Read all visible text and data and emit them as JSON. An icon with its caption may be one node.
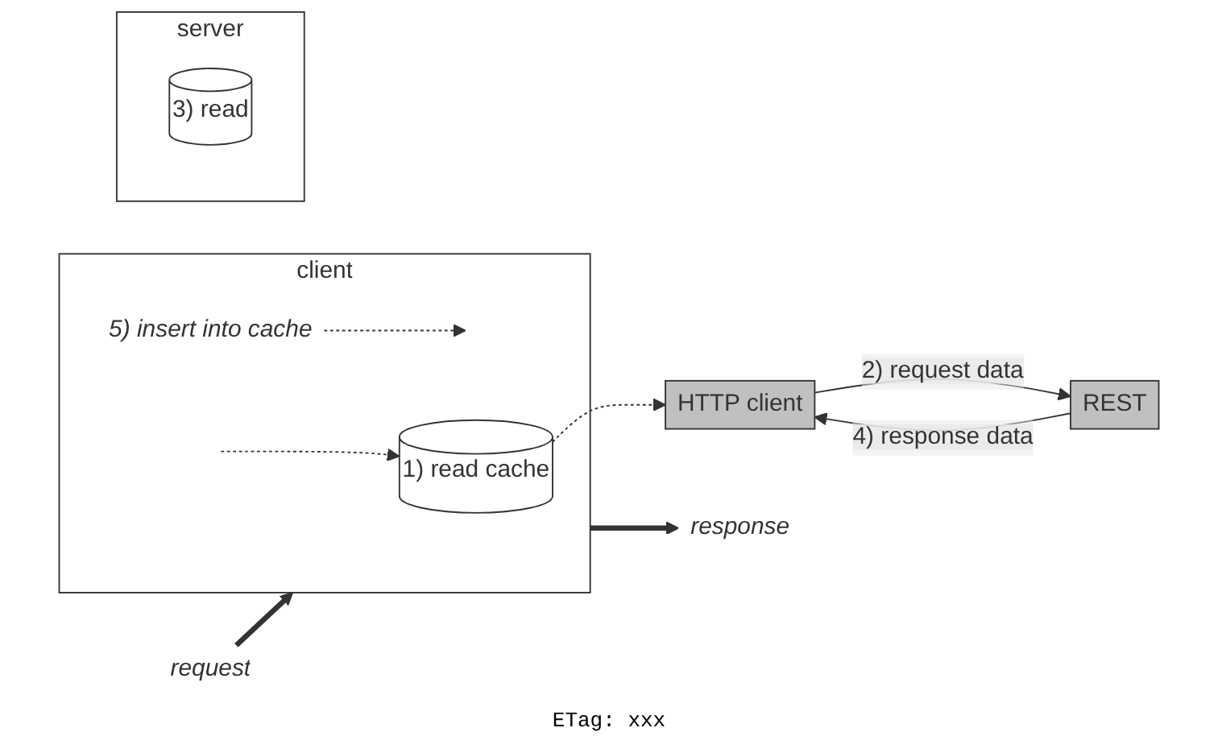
{
  "diagram": {
    "nodes": [
      {
        "text": [
          "request"
        ]
      },
      {
        "text": [
          "client"
        ]
      },
      {
        "text": [
          "1) read cache"
        ],
        "in": 1
      },
      {
        "text": [
          "HTTP client"
        ]
      },
      {
        "text": [
          "5) insert into cache"
        ],
        "in": 1
      },
      {
        "text": [
          "server"
        ]
      },
      {
        "text": [
          "REST"
        ]
      },
      {
        "text": [
          "3) read"
        ],
        "in": 5
      },
      {
        "text": [
          "response"
        ]
      }
    ],
    "edges": [
      {
        "from": 0,
        "to": 1,
        "arrow": "to",
        "style": "thick"
      },
      {
        "from": null,
        "to": 2,
        "arrow": "to",
        "style": "dashed"
      },
      {
        "from": 2,
        "to": 3,
        "arrow": "to",
        "style": "dashed"
      },
      {
        "from": 3,
        "to": 6,
        "arrow": "to",
        "label": "2) request data"
      },
      {
        "from": 6,
        "to": 3,
        "arrow": "to",
        "label": "4) response data"
      },
      {
        "from": 4,
        "to": null,
        "arrow": "to",
        "style": "dashed"
      },
      {
        "from": 1,
        "to": 8,
        "arrow": "to",
        "style": "thick"
      }
    ],
    "labels": [
      "ETag: xxx"
    ]
  }
}
